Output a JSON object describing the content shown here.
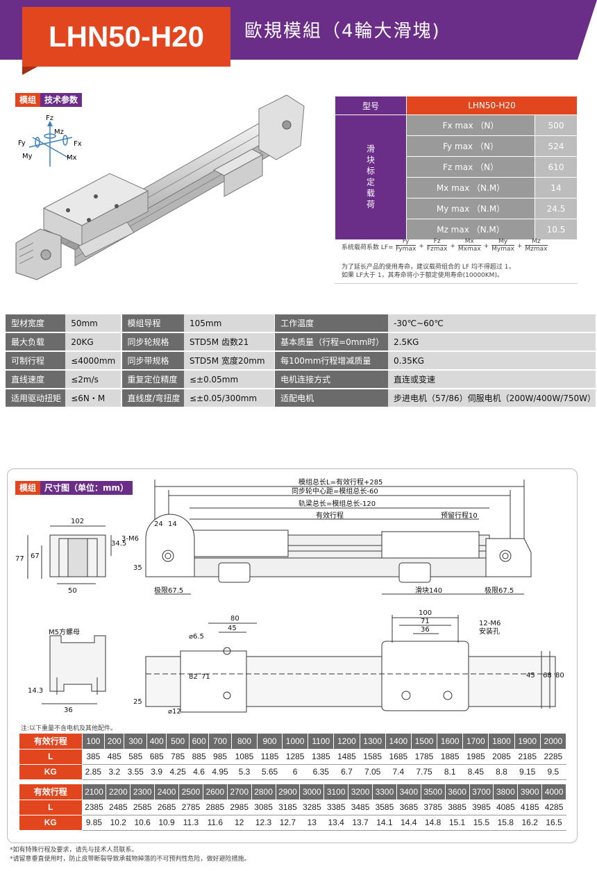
{
  "header": {
    "model": "LHN50-H20",
    "name": "歐規模組（4輪大滑塊)"
  },
  "tech_tag": {
    "a": "模组",
    "b": "技术参数"
  },
  "axes": {
    "fz": "Fz",
    "mz": "Mz",
    "fy": "Fy",
    "fx": "Fx",
    "my": "My",
    "mx": "Mx"
  },
  "load": {
    "head_left": "型号",
    "head_right": "LHN50-H20",
    "side": "滑块标定载荷",
    "rows": [
      {
        "k": "Fx max （N）",
        "v": "500"
      },
      {
        "k": "Fy max （N）",
        "v": "524"
      },
      {
        "k": "Fz max （N）",
        "v": "610"
      },
      {
        "k": "Mx max （N.M）",
        "v": "14"
      },
      {
        "k": "My max （N.M）",
        "v": "24.5"
      },
      {
        "k": "Mz max （N.M）",
        "v": "10.5"
      }
    ],
    "formula_label": "系统载荷系数 LF=",
    "formula_terms": [
      {
        "n": "Fy",
        "d": "Fymax"
      },
      {
        "n": "Fz",
        "d": "Fzmax"
      },
      {
        "n": "Mx",
        "d": "Mxmax"
      },
      {
        "n": "My",
        "d": "Mymax"
      },
      {
        "n": "Mz",
        "d": "Mzmax"
      }
    ],
    "note1": "为了延长产品的使用寿命，建议载荷组合的 LF 均不得超过 1，",
    "note2": "如果 LF大于 1，其寿命将小于额定使用寿命(10000KM)。"
  },
  "spec": [
    [
      "型材宽度",
      "50mm",
      "模组导程",
      "105mm",
      "工作温度",
      "-30℃~60℃"
    ],
    [
      "最大负载",
      "20KG",
      "同步轮规格",
      "STD5M 齿数21",
      "基本质量（行程=0mm时）",
      "2.5KG"
    ],
    [
      "可制行程",
      "≤4000mm",
      "同步带规格",
      "STD5M 宽度20mm",
      "每100mm行程增减质量",
      "0.35KG"
    ],
    [
      "直线速度",
      "≤2m/s",
      "重复定位精度",
      "≤±0.05mm",
      "电机连接方式",
      "直连或变速"
    ],
    [
      "适用驱动扭矩",
      "≤6N・M",
      "直线度/弯扭度",
      "≤±0.05/300mm",
      "适配电机",
      "步进电机（57/86）伺服电机（200W/400W/750W）"
    ]
  ],
  "dim_tag": {
    "a": "模组",
    "b": "尺寸图（单位：mm）"
  },
  "dims": {
    "total": "模组总长L=有效行程+285",
    "pulley": "同步轮中心距=模组总长-60",
    "rail": "轨梁总长=模组总长-120",
    "stroke": "有效行程",
    "reserve": "预留行程10",
    "limit_l": "极限67.5",
    "slider": "滑块140",
    "limit_r": "极限67.5",
    "d102": "102",
    "d24": "24",
    "d14": "14",
    "d77": "77",
    "d67": "67",
    "d345": "34.5",
    "d50": "50",
    "m6": "3-M6",
    "d35": "35",
    "nut": "M5方螺母",
    "d143": "14.3",
    "d36": "36",
    "d80": "80",
    "d45": "45",
    "d65": "⌀6.5",
    "d82": "82",
    "d71": "71",
    "d25": "25",
    "d12": "⌀12",
    "d100": "100",
    "d71b": "71",
    "d36b": "36",
    "holes": "12-M6",
    "holes2": "安装孔",
    "d45b": "45",
    "d68": "68",
    "d80b": "80"
  },
  "table_note": "注:以下重量不含电机及其他配件。",
  "table1": {
    "h": [
      "有效行程",
      "100",
      "200",
      "300",
      "400",
      "500",
      "600",
      "700",
      "800",
      "900",
      "1000",
      "1100",
      "1200",
      "1300",
      "1400",
      "1500",
      "1600",
      "1700",
      "1800",
      "1900",
      "2000"
    ],
    "l": [
      "L",
      "385",
      "485",
      "585",
      "685",
      "785",
      "885",
      "985",
      "1085",
      "1185",
      "1285",
      "1385",
      "1485",
      "1585",
      "1685",
      "1785",
      "1885",
      "1985",
      "2085",
      "2185",
      "2285"
    ],
    "kg": [
      "KG",
      "2.85",
      "3.2",
      "3.55",
      "3.9",
      "4.25",
      "4.6",
      "4.95",
      "5.3",
      "5.65",
      "6",
      "6.35",
      "6.7",
      "7.05",
      "7.4",
      "7.75",
      "8.1",
      "8.45",
      "8.8",
      "9.15",
      "9.5"
    ]
  },
  "table2": {
    "h": [
      "有效行程",
      "2100",
      "2200",
      "2300",
      "2400",
      "2500",
      "2600",
      "2700",
      "2800",
      "2900",
      "3000",
      "3100",
      "3200",
      "3300",
      "3400",
      "3500",
      "3600",
      "3700",
      "3800",
      "3900",
      "4000"
    ],
    "l": [
      "L",
      "2385",
      "2485",
      "2585",
      "2685",
      "2785",
      "2885",
      "2985",
      "3085",
      "3185",
      "3285",
      "3385",
      "3485",
      "3585",
      "3685",
      "3785",
      "3885",
      "3985",
      "4085",
      "4185",
      "4285"
    ],
    "kg": [
      "KG",
      "9.85",
      "10.2",
      "10.6",
      "10.9",
      "11.3",
      "11.6",
      "12",
      "12.3",
      "12.7",
      "13",
      "13.4",
      "13.7",
      "14.1",
      "14.4",
      "14.8",
      "15.1",
      "15.5",
      "15.8",
      "16.2",
      "16.5"
    ]
  },
  "footnotes": [
    "*如有特殊行程及要求，请先与技术人员联系。",
    "*请留意垂直使用时，防止皮带断裂导致承载物掉落的不可预判性危险，做好避险措施。"
  ]
}
